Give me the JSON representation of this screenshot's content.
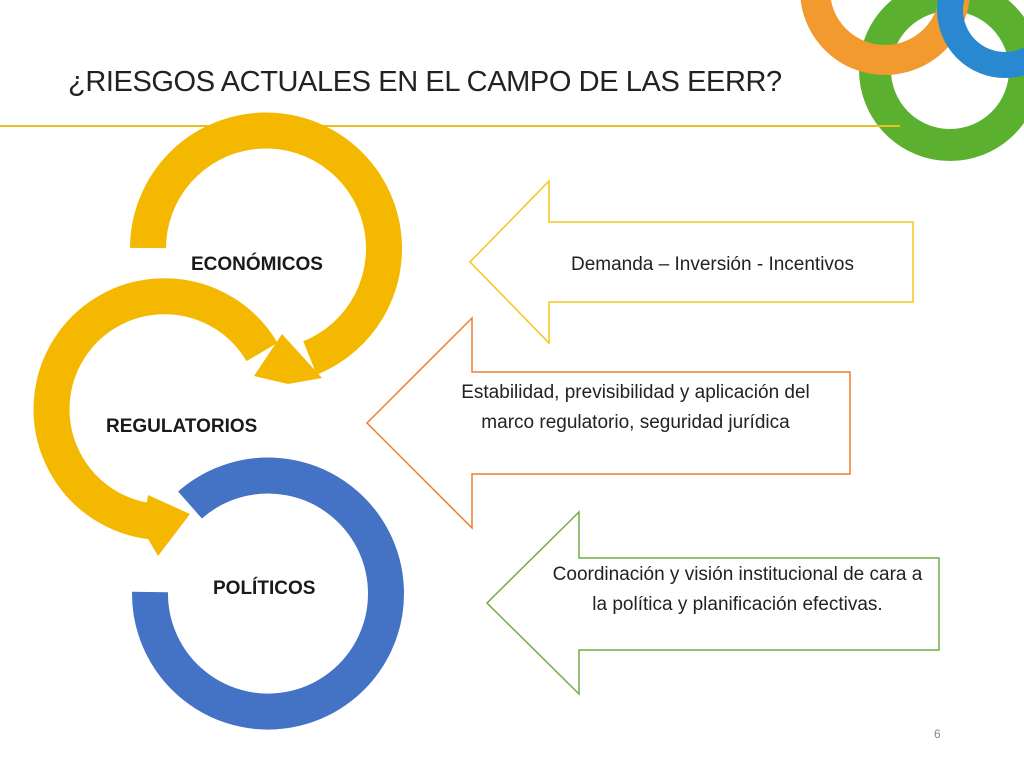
{
  "title": "¿RIESGOS ACTUALES EN EL CAMPO DE LAS EERR?",
  "rings": [
    {
      "label": "ECONÓMICOS",
      "color": "#f5b800"
    },
    {
      "label": "REGULATORIOS",
      "color": "#f5b800"
    },
    {
      "label": "POLÍTICOS",
      "color": "#4472c4"
    }
  ],
  "arrows": [
    {
      "text": "Demanda – Inversión - Incentivos",
      "border_color": "#f5c518"
    },
    {
      "text": "Estabilidad, previsibilidad y aplicación del marco regulatorio, seguridad jurídica",
      "border_color": "#ed7d31"
    },
    {
      "text": "Coordinación y visión institucional de cara a la política y planificación efectivas.",
      "border_color": "#70ad47"
    }
  ],
  "page_number": "6",
  "decoration_colors": [
    "#f39a2e",
    "#5bb030",
    "#2a88d0"
  ]
}
